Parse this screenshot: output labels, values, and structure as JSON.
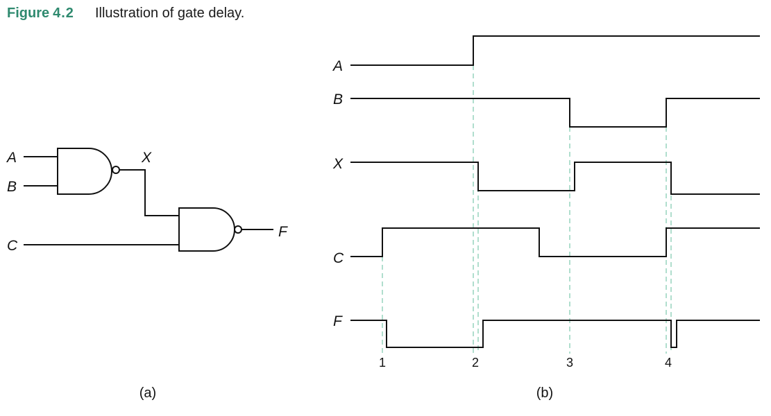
{
  "figure": {
    "label": "Figure",
    "number": "4.2",
    "title": "Illustration of gate delay."
  },
  "circuit": {
    "inputs": [
      "A",
      "B",
      "C"
    ],
    "internal_node": "X",
    "output": "F",
    "caption": "(a)"
  },
  "timing": {
    "signals": [
      "A",
      "B",
      "X",
      "C",
      "F"
    ],
    "markers": [
      "1",
      "2",
      "3",
      "4"
    ],
    "caption": "(b)"
  },
  "colors": {
    "figure_accent": "#2f8a6f",
    "guide_lines": "#8fd0b8",
    "ink": "#111111"
  }
}
